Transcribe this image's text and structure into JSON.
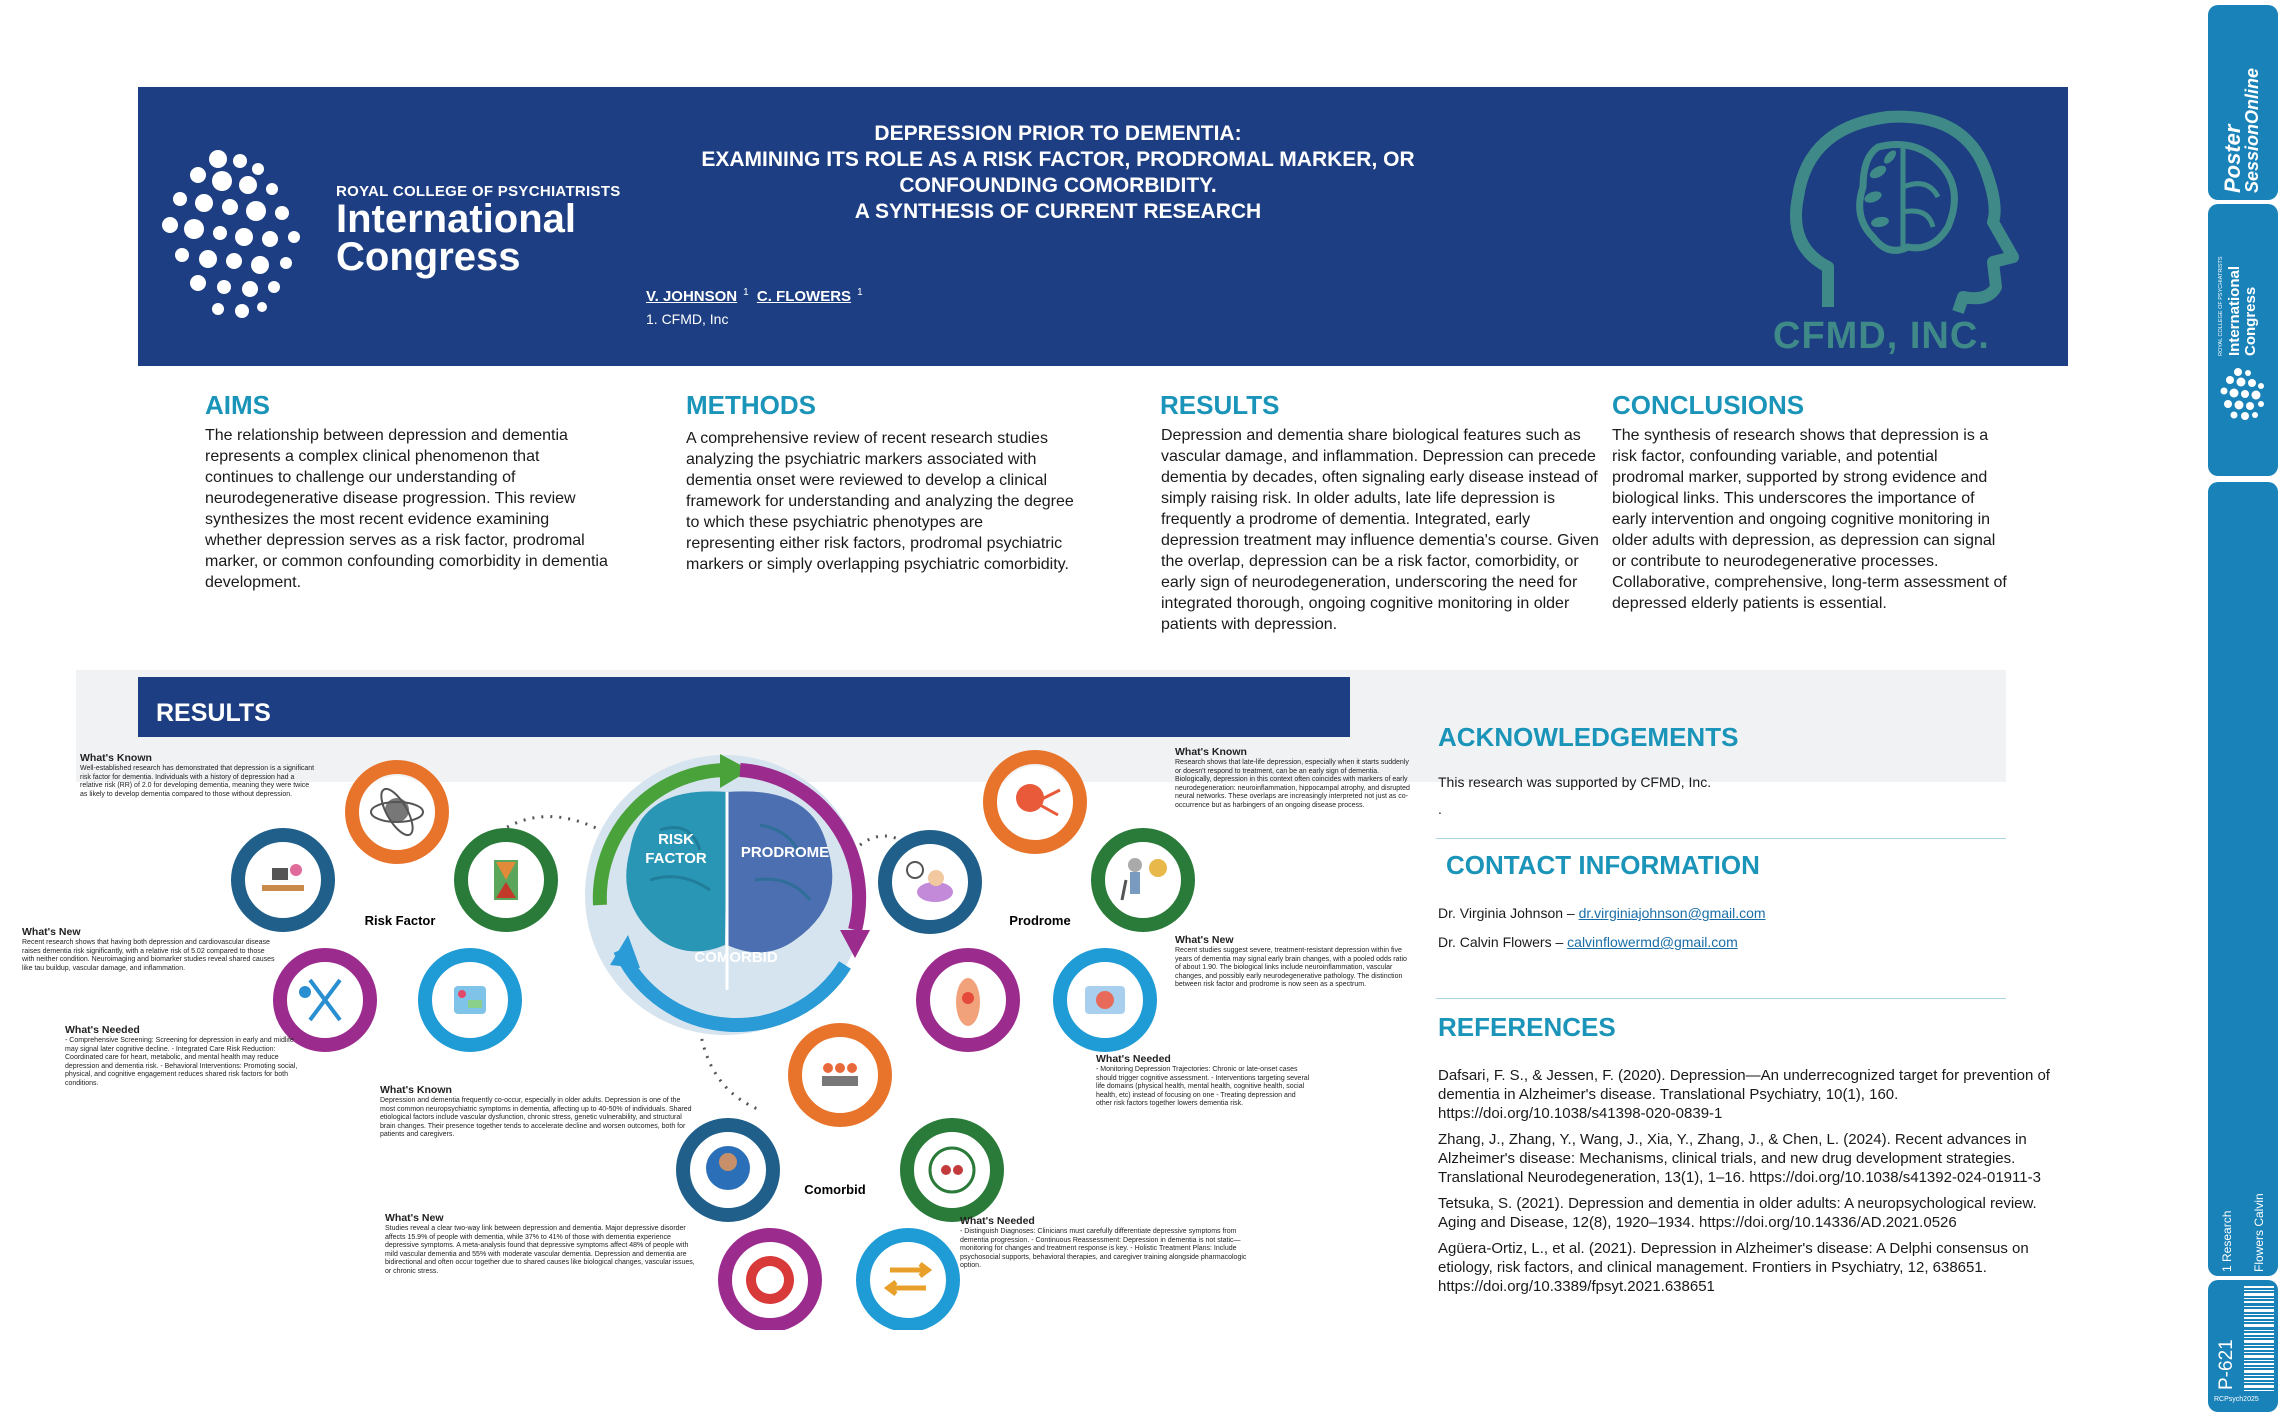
{
  "header": {
    "logo_small": "ROYAL COLLEGE OF PSYCHIATRISTS",
    "logo_line1": "International",
    "logo_line2": "Congress",
    "title_lines": [
      "DEPRESSION PRIOR TO DEMENTIA:",
      "EXAMINING ITS ROLE AS A RISK FACTOR, PRODROMAL MARKER, OR",
      "CONFOUNDING COMORBIDITY.",
      "A SYNTHESIS OF CURRENT RESEARCH"
    ],
    "author1": "V. JOHNSON",
    "author2": "C. FLOWERS",
    "sup": "1",
    "affiliation": "1. CFMD, Inc",
    "cfmd_text": "CFMD, INC."
  },
  "aims": {
    "heading": "AIMS",
    "body": "The relationship between depression and dementia represents a complex clinical phenomenon that continues to challenge our understanding of neurodegenerative disease progression. This review synthesizes the most recent evidence examining whether depression serves as a risk factor, prodromal marker, or common confounding comorbidity in dementia development."
  },
  "methods": {
    "heading": "METHODS",
    "body": "A comprehensive review of recent research studies analyzing the psychiatric markers associated with dementia onset were reviewed to develop a clinical framework for understanding and analyzing the degree to which these psychiatric phenotypes are representing either risk factors, prodromal psychiatric markers or simply overlapping psychiatric comorbidity."
  },
  "results_top": {
    "heading": "RESULTS",
    "body": "Depression and dementia share biological features such as vascular damage, and inflammation. Depression can precede dementia by decades, often signaling early disease instead of simply raising risk. In older adults, late life depression is frequently a prodrome of dementia. Integrated, early depression treatment may influence dementia's course. Given the overlap, depression can be a risk factor, comorbidity, or early sign of neurodegeneration, underscoring the need for integrated thorough, ongoing cognitive monitoring in older patients with depression."
  },
  "conclusions": {
    "heading": "CONCLUSIONS",
    "body": "The synthesis of research shows that depression is a risk factor, confounding variable, and potential prodromal marker, supported by strong evidence and biological links. This underscores the importance of early intervention and ongoing cognitive monitoring in older adults with depression, as depression can signal or contribute to neurodegenerative processes. Collaborative, comprehensive, long-term assessment of depressed elderly patients is essential."
  },
  "results_panel": {
    "heading": "RESULTS",
    "brain_labels": [
      "RISK",
      "FACTOR",
      "PRODROME",
      "COMORBID"
    ],
    "clusters": {
      "risk": "Risk Factor",
      "prodrome": "Prodrome",
      "comorbid": "Comorbid"
    },
    "notes": {
      "rf_known_h": "What's Known",
      "rf_known": "Well-established research has demonstrated that depression is a significant risk factor for dementia. Individuals with a history of depression had a relative risk (RR) of 2.0 for developing dementia, meaning they were twice as likely to develop dementia compared to those without depression.",
      "rf_new_h": "What's New",
      "rf_new": "Recent research shows that having both depression and cardiovascular disease raises dementia risk significantly, with a relative risk of 5.02 compared to those with neither condition. Neuroimaging and biomarker studies reveal shared causes like tau buildup, vascular damage, and inflammation.",
      "rf_needed_h": "What's Needed",
      "rf_needed": "- Comprehensive Screening: Screening for depression in early and midlife may signal later cognitive decline. - Integrated Care Risk Reduction: Coordinated care for heart, metabolic, and mental health may reduce depression and dementia risk. - Behavioral Interventions: Promoting social, physical, and cognitive engagement reduces shared risk factors for both conditions.",
      "pr_known_h": "What's Known",
      "pr_known": "Research shows that late-life depression, especially when it starts suddenly or doesn't respond to treatment, can be an early sign of dementia. Biologically, depression in this context often coincides with markers of early neurodegeneration: neuroinflammation, hippocampal atrophy, and disrupted neural networks. These overlaps are increasingly interpreted not just as co-occurrence but as harbingers of an ongoing disease process.",
      "pr_new_h": "What's New",
      "pr_new": "Recent studies suggest severe, treatment-resistant depression within five years of dementia may signal early brain changes, with a pooled odds ratio of about 1.90. The biological links include neuroinflammation, vascular changes, and possibly early neurodegenerative pathology. The distinction between risk factor and prodrome is now seen as a spectrum.",
      "pr_needed_h": "What's Needed",
      "pr_needed": "- Monitoring Depression Trajectories: Chronic or late-onset cases should trigger cognitive assessment. - Interventions targeting several life domains (physical health, mental health, cognitive health, social health, etc) instead of focusing on one - Treating depression and other risk factors together lowers dementia risk.",
      "co_known_h": "What's Known",
      "co_known": "Depression and dementia frequently co-occur, especially in older adults. Depression is one of the most common neuropsychiatric symptoms in dementia, affecting up to 40-50% of individuals. Shared etiological factors include vascular dysfunction, chronic stress, genetic vulnerability, and structural brain changes. Their presence together tends to accelerate decline and worsen outcomes, both for patients and caregivers.",
      "co_new_h": "What's New",
      "co_new": "Studies reveal a clear two-way link between depression and dementia. Major depressive disorder affects 15.9% of people with dementia, while 37% to 41% of those with dementia experience depressive symptoms. A meta-analysis found that depressive symptoms affect 48% of people with mild vascular dementia and 55% with moderate vascular dementia. Depression and dementia are bidirectional and often occur together due to shared causes like biological changes, vascular issues, or chronic stress.",
      "co_needed_h": "What's Needed",
      "co_needed": "- Distinguish Diagnoses: Clinicians must carefully differentiate depressive symptoms from dementia progression. - Continuous Reassessment: Depression in dementia is not static—monitoring for changes and treatment response is key. - Holistic Treatment Plans: Include psychosocial supports, behavioral therapies, and caregiver training alongside pharmacologic option."
    }
  },
  "acknowledgements": {
    "heading": "ACKNOWLEDGEMENTS",
    "body": "This research was supported by CFMD, Inc.",
    "dot": "."
  },
  "contact": {
    "heading": "CONTACT INFORMATION",
    "p1_name": "Dr. Virginia Johnson – ",
    "p1_email": "dr.virginiajohnson@gmail.com",
    "p2_name": "Dr. Calvin Flowers – ",
    "p2_email": "calvinflowermd@gmail.com"
  },
  "references": {
    "heading": "REFERENCES",
    "items": [
      "Dafsari, F. S., & Jessen, F. (2020). Depression—An underrecognized target for prevention of dementia in Alzheimer's disease. Translational Psychiatry, 10(1), 160. https://doi.org/10.1038/s41398-020-0839-1",
      "Zhang, J., Zhang, Y., Wang, J., Xia, Y., Zhang, J., & Chen, L. (2024). Recent advances in Alzheimer's disease: Mechanisms, clinical trials, and new drug development strategies. Translational Neurodegeneration, 13(1), 1–16. https://doi.org/10.1038/s41392-024-01911-3",
      "Tetsuka, S. (2021). Depression and dementia in older adults: A neuropsychological review. Aging and Disease, 12(8), 1920–1934. https://doi.org/10.14336/AD.2021.0526",
      "Agüera-Ortiz, L., et al. (2021). Depression in Alzheimer's disease: A Delphi consensus on etiology, risk factors, and clinical management. Frontiers in Psychiatry, 12, 638651. https://doi.org/10.3389/fpsyt.2021.638651"
    ]
  },
  "side": {
    "pso1": "Poster",
    "pso2": "SessionOnline",
    "ic1": "International",
    "ic2": "Congress",
    "ic_small": "ROYAL COLLEGE OF PSYCHIATRISTS",
    "research": "1 Research",
    "names": "Flowers Calvin",
    "code": "P-621",
    "tag": "RCPsych2025"
  },
  "colors": {
    "navy": "#1d3e82",
    "teal_heading": "#1a94b8",
    "side_blue": "#1982b8",
    "orange": "#e8742c",
    "green": "#2a7a3a",
    "purple": "#9b2c8e",
    "blue": "#2a9bd6",
    "darkblue": "#1f5f8a"
  }
}
